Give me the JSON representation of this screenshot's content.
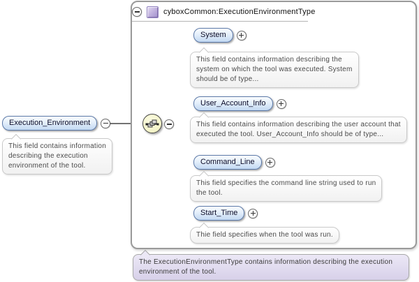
{
  "diagram": {
    "type_box": {
      "title": "cyboxCommon:ExecutionEnvironmentType",
      "collapse_icon": "minus-circle",
      "type_icon": "complex-type-square"
    },
    "root": {
      "label": "Execution_Environment",
      "collapse_icon": "minus-circle",
      "tooltip_lines": [
        "This field contains information",
        "describing the execution",
        "environment of the tool."
      ]
    },
    "compositor": {
      "name": "sequence",
      "collapse_icon": "minus-circle"
    },
    "children": [
      {
        "label": "System",
        "expand_icon": "plus-circle",
        "tooltip_lines": [
          "This field contains information describing the",
          "system on which the tool was executed. System",
          "should be of type..."
        ]
      },
      {
        "label": "User_Account_Info",
        "expand_icon": "plus-circle",
        "tooltip_lines": [
          "This field contains information describing the user account that",
          "executed the tool. User_Account_Info should be of type..."
        ]
      },
      {
        "label": "Command_Line",
        "expand_icon": "plus-circle",
        "tooltip_lines": [
          "This field specifies the command line string used to run",
          "the tool."
        ]
      },
      {
        "label": "Start_Time",
        "expand_icon": "plus-circle",
        "tooltip_lines": [
          "Thie field specifies when the tool was run."
        ]
      }
    ],
    "footer": {
      "lines": [
        "The ExecutionEnvironmentType contains information describing the execution",
        "environment of the tool."
      ]
    },
    "colors": {
      "pill_border": "#5c79a8",
      "pill_fill_bottom": "#c2d8f2",
      "container_border": "#9a9a9a",
      "sequence_circle_fill": "#f4f4c8",
      "type_icon_fill": "#b4a3d6",
      "footer_fill": "#d9d2ea",
      "tooltip_border": "#c9c9c9",
      "connector": "#5f5f5f"
    }
  }
}
